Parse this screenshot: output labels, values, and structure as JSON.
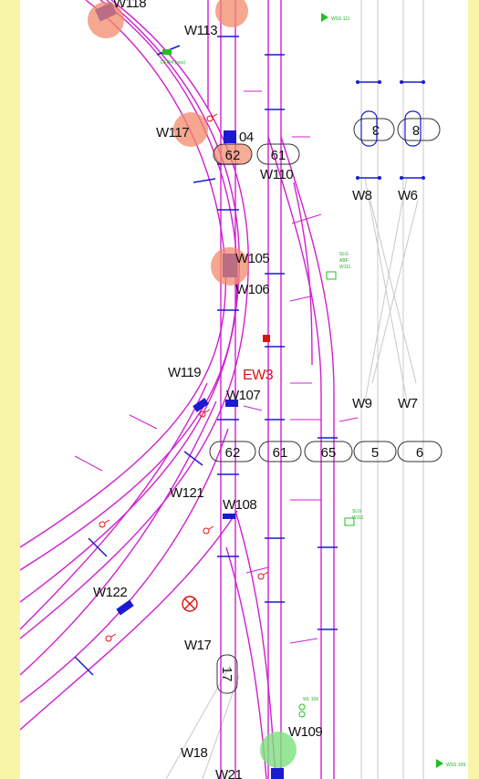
{
  "colors": {
    "frame": "#f8f4a8",
    "track": "#d020d0",
    "sleeper": "#1a1ad0",
    "occupied": "#f28a6a",
    "clear": "#7ee07e",
    "signal_green": "#22c022",
    "label": "#111111",
    "emergency": "#e01010",
    "ghost_track": "#c8c8c8"
  },
  "icons": [
    "signal-green-icon",
    "signal-cross-icon",
    "track-magnet-icon"
  ],
  "switches": {
    "w118": "W118",
    "w113": "W113",
    "w117": "W117",
    "w104": "04",
    "w110": "W110",
    "w105": "W105",
    "w106": "W106",
    "w119": "W119",
    "w107": "W107",
    "w121": "W121",
    "w108": "W108",
    "w122": "W122",
    "w17": "W17",
    "w109": "W109",
    "w18": "W18",
    "w21": "W21",
    "w8": "W8",
    "w6": "W6",
    "w9": "W9",
    "w7": "W7"
  },
  "emergency": {
    "ew3": "EW3"
  },
  "sections_upper": {
    "s62": "62",
    "s61": "61",
    "s3": "3",
    "s8": "8"
  },
  "sections_lower": {
    "s62": "62",
    "s61": "61",
    "s65": "65",
    "s5": "5",
    "s6": "6"
  },
  "section_17": "17",
  "signals": {
    "wss111": "WSS 111",
    "wss109": "WSS 109",
    "sig_dfw4": "DFW4 (neu)",
    "slg_top_1": "SLG",
    "slg_top_2": "ABF",
    "slg_top_3": "W111",
    "slg_mid_1": "SLG",
    "slg_mid_2": "W111",
    "wl109": "WL 109"
  },
  "segments": [
    {
      "name": "section-62-upper",
      "occupied": true
    },
    {
      "name": "switch-w105",
      "occupied": true
    },
    {
      "name": "switch-w109",
      "occupied": false
    }
  ]
}
